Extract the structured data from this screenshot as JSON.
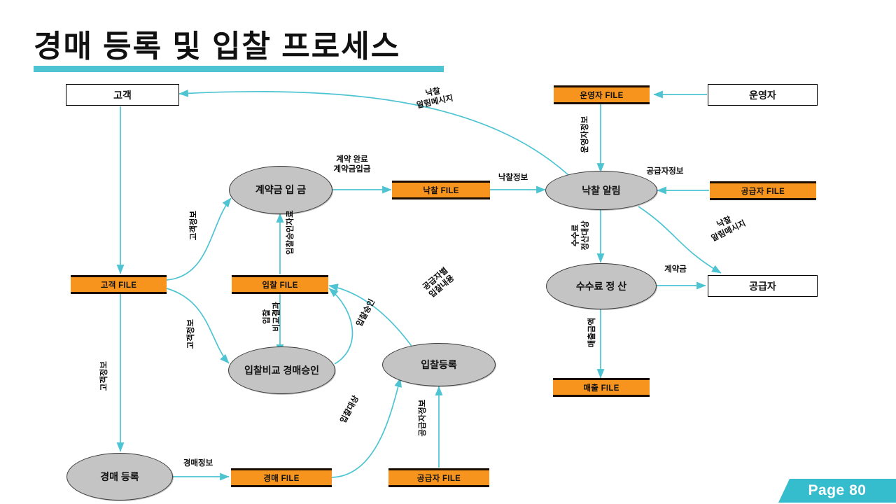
{
  "slide": {
    "title": "경매 등록 및 입찰 프로세스",
    "page_label": "Page 80",
    "accent_color": "#4ec4d3",
    "store_color": "#f7941d",
    "process_color": "#c4c4c4",
    "edge_color": "#4ec4d3"
  },
  "nodes": {
    "customer": {
      "label": "고객",
      "type": "external"
    },
    "operator": {
      "label": "운영자",
      "type": "external"
    },
    "supplier": {
      "label": "공급자",
      "type": "external"
    },
    "p_deposit": {
      "label": "계약금\n입  금",
      "type": "process"
    },
    "p_award_notice": {
      "label": "낙찰 알림",
      "type": "process"
    },
    "p_fee_settle": {
      "label": "수수료\n정  산",
      "type": "process"
    },
    "p_bid_compare": {
      "label": "입찰비교\n경매승인",
      "type": "process"
    },
    "p_bid_register": {
      "label": "입찰등록",
      "type": "process"
    },
    "p_auction_reg": {
      "label": "경매\n등록",
      "type": "process"
    },
    "f_customer": {
      "label": "고객 FILE",
      "type": "store"
    },
    "f_bid": {
      "label": "입찰 FILE",
      "type": "store"
    },
    "f_award": {
      "label": "낙찰 FILE",
      "type": "store"
    },
    "f_operator": {
      "label": "운영자 FILE",
      "type": "store"
    },
    "f_supplier_top": {
      "label": "공급자 FILE",
      "type": "store"
    },
    "f_sales": {
      "label": "매출 FILE",
      "type": "store"
    },
    "f_auction": {
      "label": "경매 FILE",
      "type": "store"
    },
    "f_supplier_bot": {
      "label": "공급자 FILE",
      "type": "store"
    }
  },
  "edge_labels": {
    "award_msg_customer": "낙찰\n알림메시지",
    "operator_info": "운영자정보",
    "supplier_info_top": "공급자정보",
    "contract_done": "계약  완료\n계약금입금",
    "award_info": "낙찰정보",
    "customer_info_1": "고객정보",
    "customer_info_2": "고객정보",
    "customer_info_3": "고객정보",
    "bid_approval_data": "입찰승인자료",
    "bid_compare_result": "입찰\n비교결과",
    "bid_approval": "입찰승인",
    "supplier_bid_content": "공급자별\n입찰내용",
    "bid_target": "입찰대상",
    "supplier_info_bot": "공급자정보",
    "auction_info": "경매정보",
    "fee_settle_target": "수수료\n정산대상",
    "sales_amount": "매출금액",
    "deposit": "계약금",
    "award_msg_supplier": "낙찰\n알림메시지"
  }
}
